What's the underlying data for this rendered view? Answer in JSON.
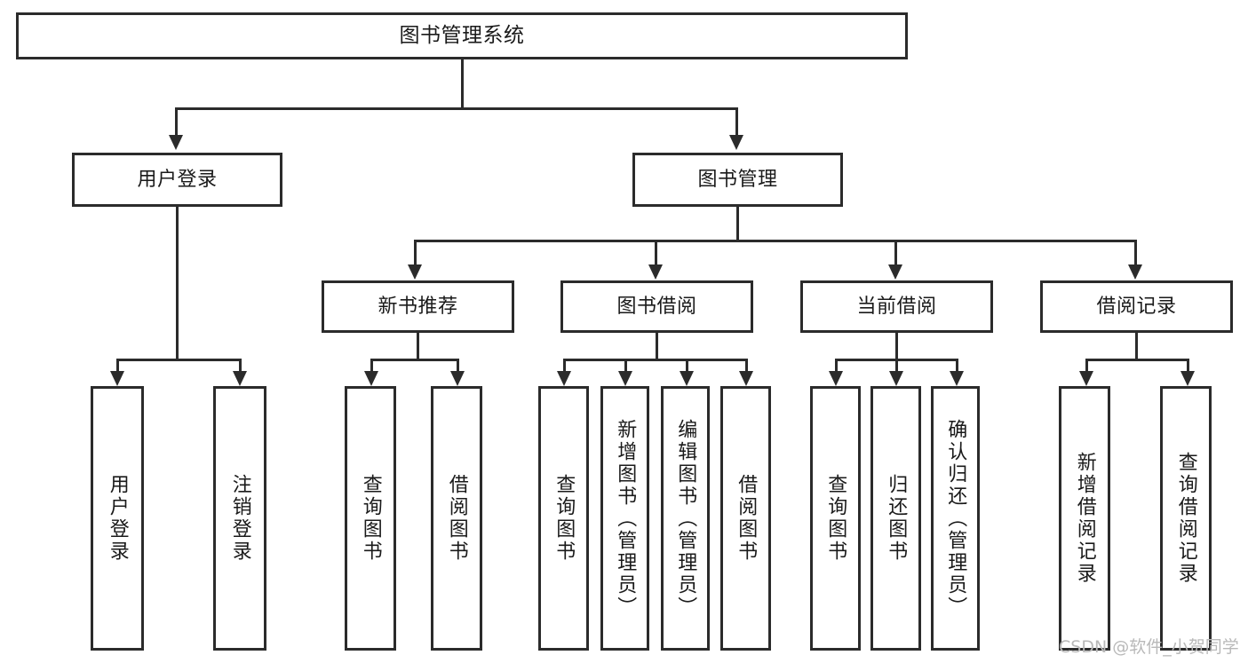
{
  "diagram": {
    "type": "tree-hierarchy",
    "title": "图书管理系统",
    "watermark": "CSDN @软件_小贺同学",
    "colors": {
      "stroke": "#2b2b2b",
      "fill": "#ffffff",
      "text": "#1a1a1a",
      "watermark": "#b9b9b9"
    },
    "levels": {
      "root": {
        "label": "图书管理系统"
      },
      "level2": [
        {
          "label": "用户登录"
        },
        {
          "label": "图书管理"
        }
      ],
      "level3": [
        {
          "label": "新书推荐"
        },
        {
          "label": "图书借阅"
        },
        {
          "label": "当前借阅"
        },
        {
          "label": "借阅记录"
        }
      ],
      "level4": [
        {
          "label": "用户登录",
          "parent": "用户登录"
        },
        {
          "label": "注销登录",
          "parent": "用户登录"
        },
        {
          "label": "查询图书",
          "parent": "新书推荐"
        },
        {
          "label": "借阅图书",
          "parent": "新书推荐"
        },
        {
          "label": "查询图书",
          "parent": "图书借阅"
        },
        {
          "label": "新增图书（管理员）",
          "parent": "图书借阅"
        },
        {
          "label": "编辑图书（管理员）",
          "parent": "图书借阅"
        },
        {
          "label": "借阅图书",
          "parent": "图书借阅"
        },
        {
          "label": "查询图书",
          "parent": "当前借阅"
        },
        {
          "label": "归还图书",
          "parent": "当前借阅"
        },
        {
          "label": "确认归还（管理员）",
          "parent": "当前借阅"
        },
        {
          "label": "新增借阅记录",
          "parent": "借阅记录"
        },
        {
          "label": "查询借阅记录",
          "parent": "借阅记录"
        }
      ]
    }
  }
}
